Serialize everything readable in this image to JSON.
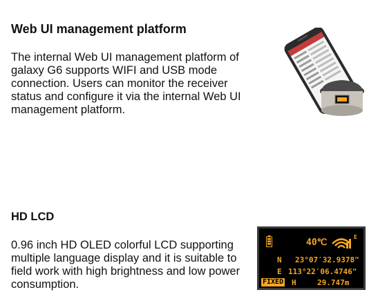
{
  "sections": [
    {
      "title": "Web UI management platform",
      "body": "The internal Web UI management platform of galaxy G6 supports WIFI and USB mode connection. Users can monitor the receiver status and configure it via the internal Web UI management platform."
    },
    {
      "title": "HD LCD",
      "body": "0.96 inch HD OLED colorful LCD supporting multiple language display and it is suitable to field work with high brightness and low power consumption."
    }
  ],
  "lcd": {
    "temperature": "40℃",
    "indicator": "E",
    "n_label": "N",
    "n_value": "23°07′32.9378\"",
    "e_label": "E",
    "e_value": "113°22′06.4746\"",
    "status": "FIXED",
    "h_label": "H",
    "h_value": "29.747m",
    "accent_color": "#f5a623",
    "icons": [
      "battery-icon",
      "wifi-icon"
    ]
  },
  "illustration": {
    "icons": [
      "smartphone-icon",
      "gnss-receiver-icon"
    ]
  }
}
